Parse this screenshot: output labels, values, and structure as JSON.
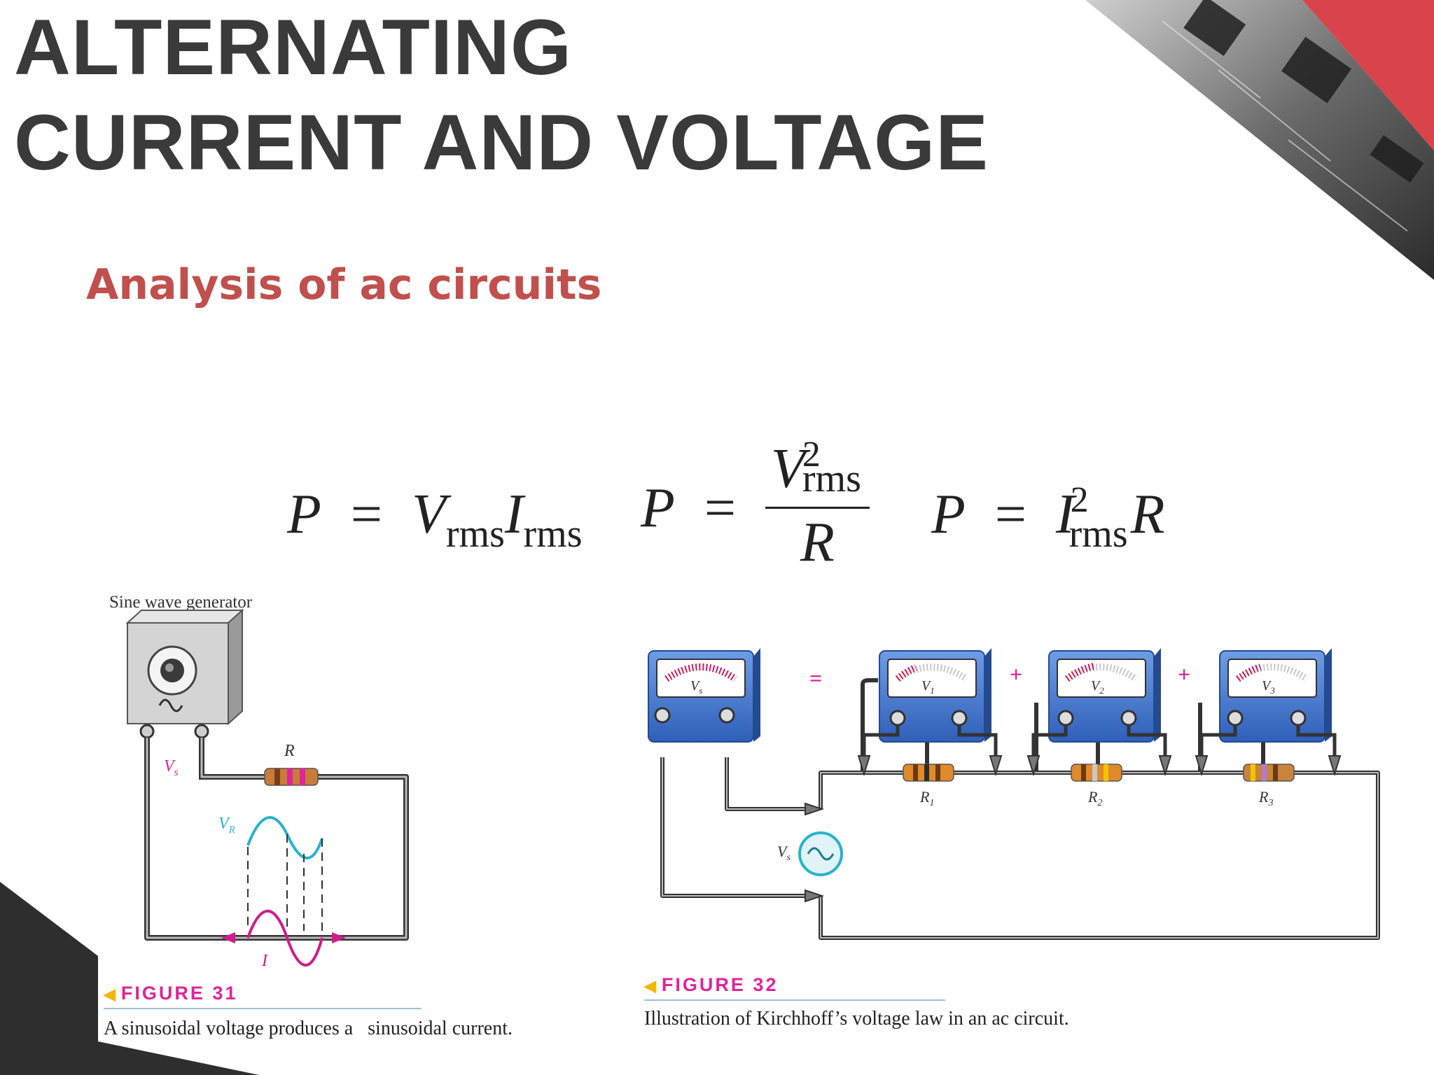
{
  "title": {
    "line1": "ALTERNATING",
    "line2": "CURRENT AND VOLTAGE"
  },
  "subtitle": "Analysis of ac circuits",
  "equations": {
    "eq1": {
      "lhs": "P",
      "equals": "=",
      "v": "V",
      "v_sub": "rms",
      "i": "I",
      "i_sub": "rms"
    },
    "eq2": {
      "lhs": "P",
      "equals": "=",
      "num": "V",
      "num_sup": "2",
      "num_sub": "rms",
      "den": "R"
    },
    "eq3": {
      "lhs": "P",
      "equals": "=",
      "i": "I",
      "i_sup": "2",
      "i_sub": "rms",
      "r": "R"
    }
  },
  "figure31": {
    "generator_label": "Sine wave generator",
    "vs_label": "V",
    "vs_sub": "s",
    "r_label": "R",
    "vr_label": "V",
    "vr_sub": "R",
    "i_label": "I",
    "figure_label": "FIGURE 31",
    "caption_a": "A sinusoidal voltage produces a",
    "caption_b": "sinusoidal current."
  },
  "figure32": {
    "meter_vs": "V",
    "meter_vs_sub": "s",
    "meter_v1": "V",
    "meter_v1_sub": "1",
    "meter_v2": "V",
    "meter_v2_sub": "2",
    "meter_v3": "V",
    "meter_v3_sub": "3",
    "op_equals": "=",
    "op_plus1": "+",
    "op_plus2": "+",
    "r1": "R",
    "r1_sub": "1",
    "r2": "R",
    "r2_sub": "2",
    "r3": "R",
    "r3_sub": "3",
    "source": "V",
    "source_sub": "s",
    "figure_label": "FIGURE 32",
    "caption": "Illustration of Kirchhoff’s voltage law in an ac circuit."
  },
  "colors": {
    "title": "#3a3a3a",
    "subtitle": "#c0504d",
    "accent_red": "#d9434b",
    "figure_label": "#e0249a",
    "meter_blue": "#4a7fd4",
    "wave_cyan": "#28b4c8",
    "wave_magenta": "#d11c8a"
  },
  "icons": [
    "circuit-board-photo",
    "sine-wave-generator-icon",
    "voltmeter-icon",
    "ac-source-icon",
    "resistor-icon"
  ]
}
